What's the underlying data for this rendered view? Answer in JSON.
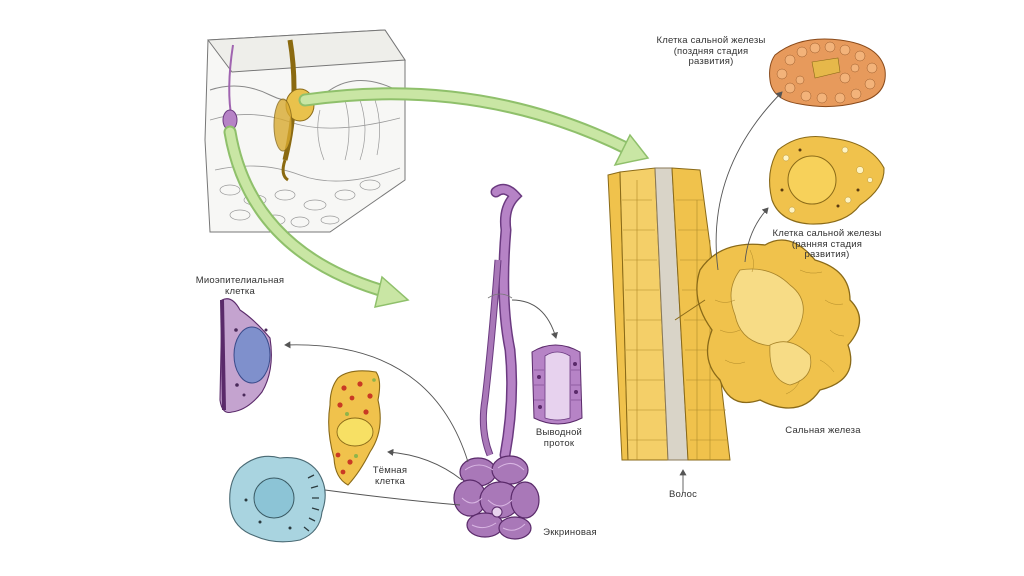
{
  "labels": {
    "sebo_late_1": "Клетка сальной железы",
    "sebo_late_2": "(поздняя стадия",
    "sebo_late_3": "развития)",
    "sebo_early_1": "Клетка сальной железы",
    "sebo_early_2": "(ранняя стадия",
    "sebo_early_3": "развития)",
    "myoepithelial_1": "Миоэпителиальная",
    "myoepithelial_2": "клетка",
    "excretory_duct_1": "Выводной",
    "excretory_duct_2": "проток",
    "dark_cell_1": "Тёмная",
    "dark_cell_2": "клетка",
    "sebaceous_gland": "Сальная железа",
    "hair": "Волос",
    "eccrine": "Эккриновая"
  },
  "colors": {
    "sebaceous_fill": "#f0c24c",
    "sebaceous_light": "#f7dc86",
    "sebaceous_stroke": "#8a6a18",
    "late_cell_fill": "#e79a5c",
    "eccrine_fill": "#a978b8",
    "eccrine_dark": "#6b3a80",
    "arrow_green": "#c9e6a4",
    "myo_nucleus": "#7f90cc",
    "clear_cell": "#a9d4e0"
  }
}
